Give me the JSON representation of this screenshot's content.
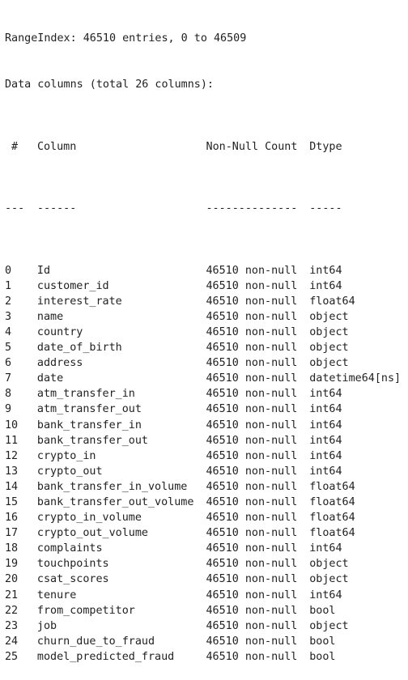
{
  "info": {
    "range_index": "RangeIndex: 46510 entries, 0 to 46509",
    "data_columns": "Data columns (total 26 columns):"
  },
  "header": {
    "idx": "#",
    "column": "Column",
    "count": "Non-Null Count",
    "dtype": "Dtype"
  },
  "separator": {
    "idx": "---",
    "column": "------",
    "count": "--------------",
    "dtype": "-----"
  },
  "rows": [
    {
      "idx": "0",
      "column": "Id",
      "count": "46510 non-null",
      "dtype": "int64"
    },
    {
      "idx": "1",
      "column": "customer_id",
      "count": "46510 non-null",
      "dtype": "int64"
    },
    {
      "idx": "2",
      "column": "interest_rate",
      "count": "46510 non-null",
      "dtype": "float64"
    },
    {
      "idx": "3",
      "column": "name",
      "count": "46510 non-null",
      "dtype": "object"
    },
    {
      "idx": "4",
      "column": "country",
      "count": "46510 non-null",
      "dtype": "object"
    },
    {
      "idx": "5",
      "column": "date_of_birth",
      "count": "46510 non-null",
      "dtype": "object"
    },
    {
      "idx": "6",
      "column": "address",
      "count": "46510 non-null",
      "dtype": "object"
    },
    {
      "idx": "7",
      "column": "date",
      "count": "46510 non-null",
      "dtype": "datetime64[ns]"
    },
    {
      "idx": "8",
      "column": "atm_transfer_in",
      "count": "46510 non-null",
      "dtype": "int64"
    },
    {
      "idx": "9",
      "column": "atm_transfer_out",
      "count": "46510 non-null",
      "dtype": "int64"
    },
    {
      "idx": "10",
      "column": "bank_transfer_in",
      "count": "46510 non-null",
      "dtype": "int64"
    },
    {
      "idx": "11",
      "column": "bank_transfer_out",
      "count": "46510 non-null",
      "dtype": "int64"
    },
    {
      "idx": "12",
      "column": "crypto_in",
      "count": "46510 non-null",
      "dtype": "int64"
    },
    {
      "idx": "13",
      "column": "crypto_out",
      "count": "46510 non-null",
      "dtype": "int64"
    },
    {
      "idx": "14",
      "column": "bank_transfer_in_volume",
      "count": "46510 non-null",
      "dtype": "float64"
    },
    {
      "idx": "15",
      "column": "bank_transfer_out_volume",
      "count": "46510 non-null",
      "dtype": "float64"
    },
    {
      "idx": "16",
      "column": "crypto_in_volume",
      "count": "46510 non-null",
      "dtype": "float64"
    },
    {
      "idx": "17",
      "column": "crypto_out_volume",
      "count": "46510 non-null",
      "dtype": "float64"
    },
    {
      "idx": "18",
      "column": "complaints",
      "count": "46510 non-null",
      "dtype": "int64"
    },
    {
      "idx": "19",
      "column": "touchpoints",
      "count": "46510 non-null",
      "dtype": "object"
    },
    {
      "idx": "20",
      "column": "csat_scores",
      "count": "46510 non-null",
      "dtype": "object"
    },
    {
      "idx": "21",
      "column": "tenure",
      "count": "46510 non-null",
      "dtype": "int64"
    },
    {
      "idx": "22",
      "column": "from_competitor",
      "count": "46510 non-null",
      "dtype": "bool"
    },
    {
      "idx": "23",
      "column": "job",
      "count": "46510 non-null",
      "dtype": "object"
    },
    {
      "idx": "24",
      "column": "churn_due_to_fraud",
      "count": "46510 non-null",
      "dtype": "bool"
    },
    {
      "idx": "25",
      "column": "model_predicted_fraud",
      "count": "46510 non-null",
      "dtype": "bool"
    }
  ]
}
